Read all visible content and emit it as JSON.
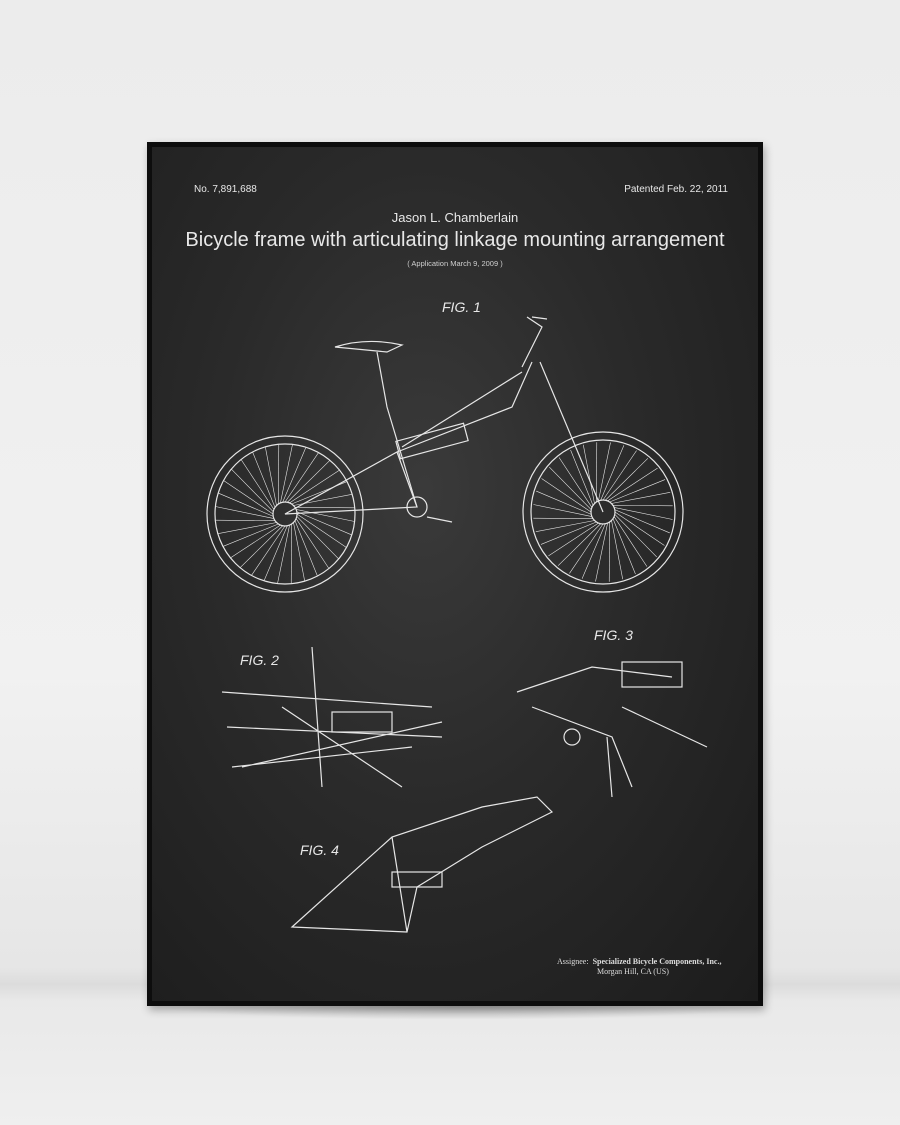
{
  "poster": {
    "patent_number": "No. 7,891,688",
    "patented_date": "Patented Feb. 22, 2011",
    "inventor": "Jason L. Chamberlain",
    "title": "Bicycle frame with articulating linkage mounting arrangement",
    "application": "( Application  March 9, 2009 )",
    "figures": [
      "FIG. 1",
      "FIG. 2",
      "FIG. 3",
      "FIG. 4"
    ],
    "assignee_label": "Assignee:",
    "assignee_name": "Specialized Bicycle Components, Inc.,",
    "assignee_location": "Morgan Hill, CA (US)"
  }
}
